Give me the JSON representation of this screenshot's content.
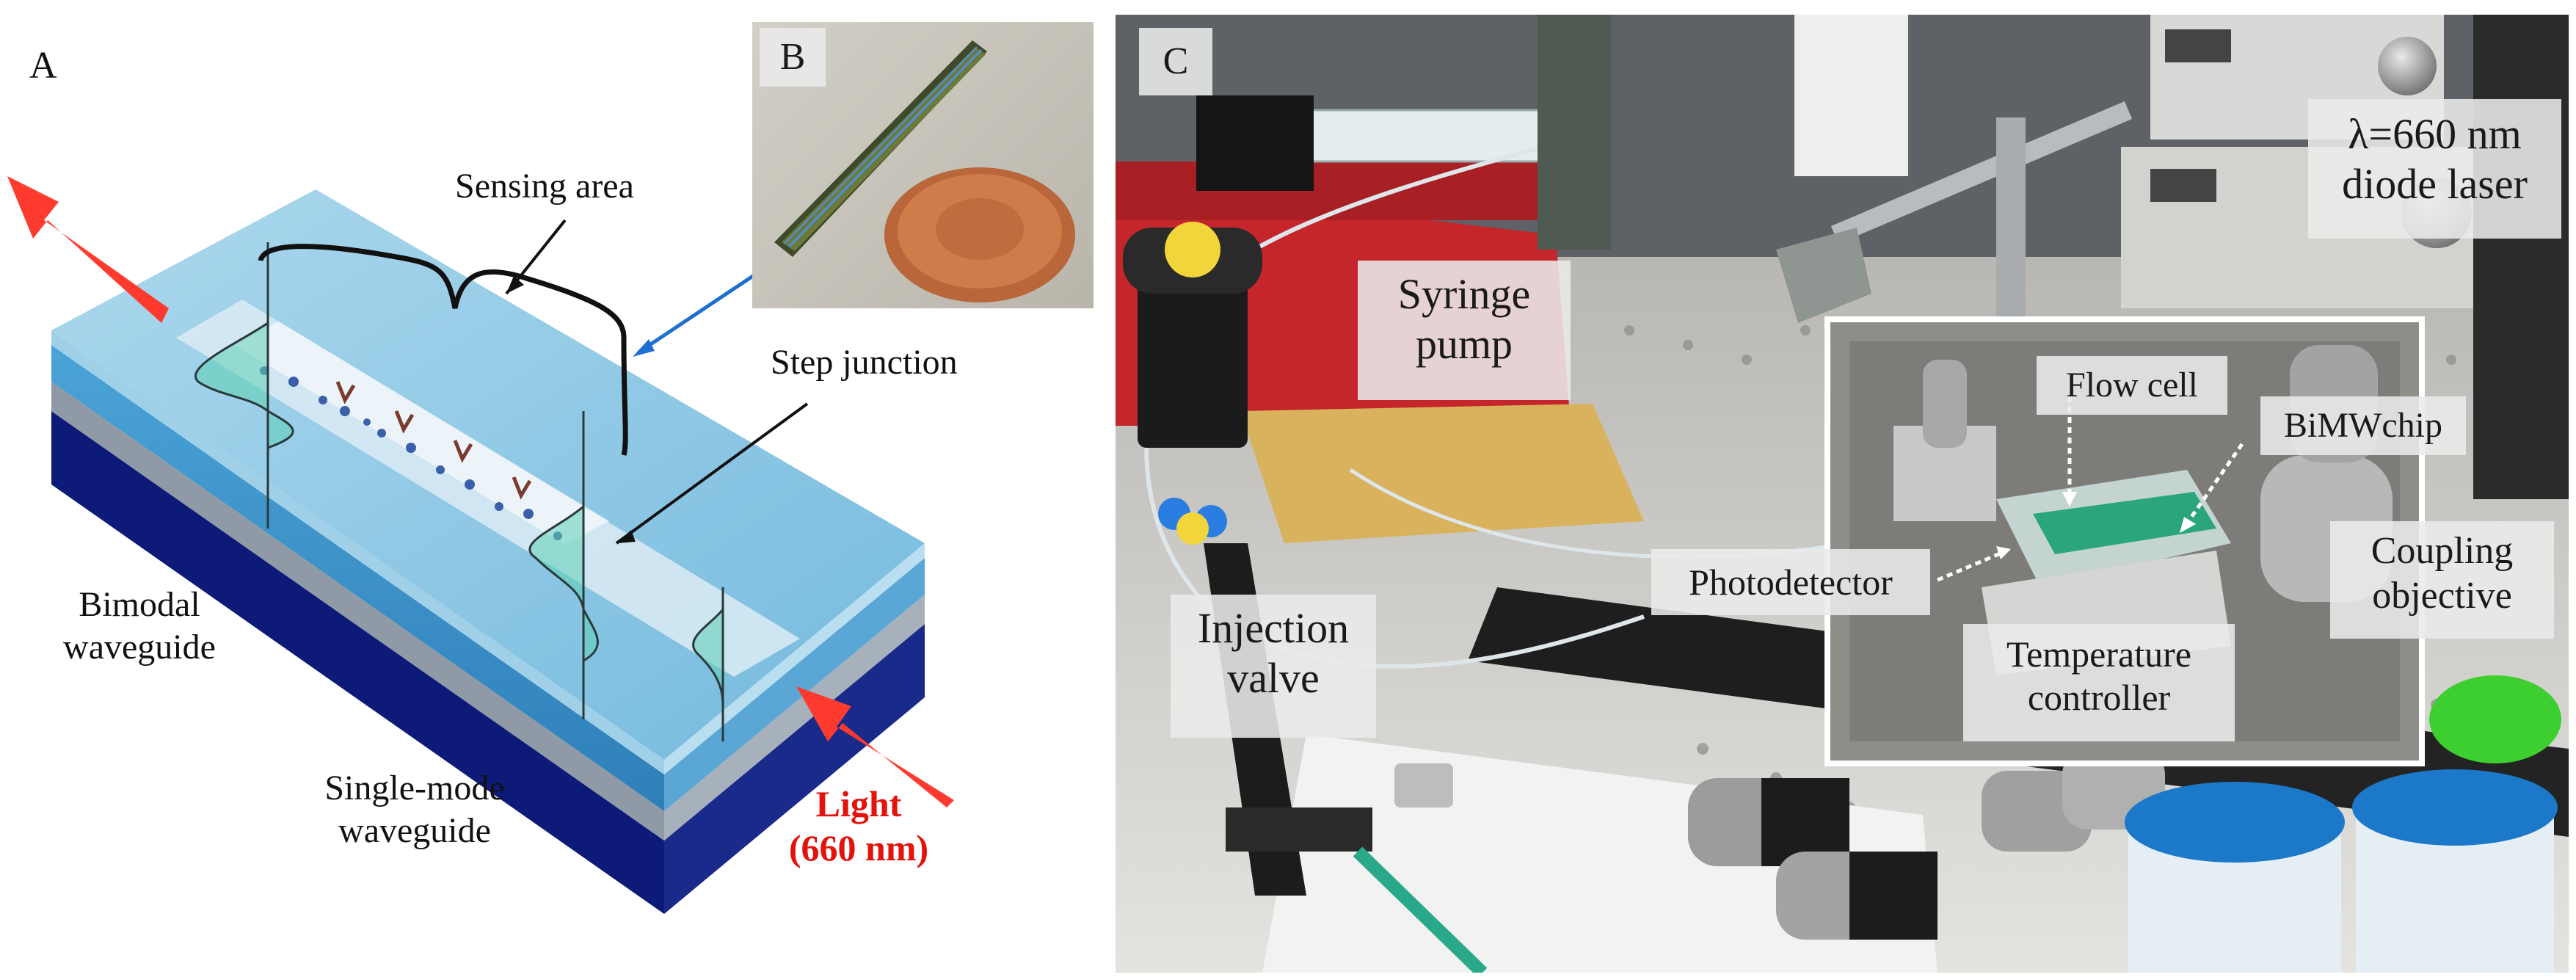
{
  "panels": {
    "a": {
      "letter": "A",
      "labels": {
        "sensing_area": "Sensing area",
        "step_junction": "Step junction",
        "bimodal_line1": "Bimodal",
        "bimodal_line2": "waveguide",
        "single_mode_line1": "Single-mode",
        "single_mode_line2": "waveguide",
        "light_line1": "Light",
        "light_line2": "(660 nm)"
      }
    },
    "b": {
      "letter": "B"
    },
    "c": {
      "letter": "C",
      "labels": {
        "syringe_pump_line1": "Syringe",
        "syringe_pump_line2": "pump",
        "injection_valve_line1": "Injection",
        "injection_valve_line2": "valve",
        "laser_line1": "λ=660 nm",
        "laser_line2": "diode laser",
        "flow_cell": "Flow cell",
        "bimw_chip": "BiMWchip",
        "photodetector": "Photodetector",
        "coupling_line1": "Coupling",
        "coupling_line2": "objective",
        "temperature_line1": "Temperature",
        "temperature_line2": "controller"
      }
    }
  },
  "colors": {
    "light_arrow": "#ff3b30",
    "light_text": "#e3120b",
    "pointer_blue": "#1f6fd1",
    "waveguide_top": "#7fc3e0",
    "waveguide_mid": "#3d8fc7",
    "substrate": "#0d1a78"
  }
}
